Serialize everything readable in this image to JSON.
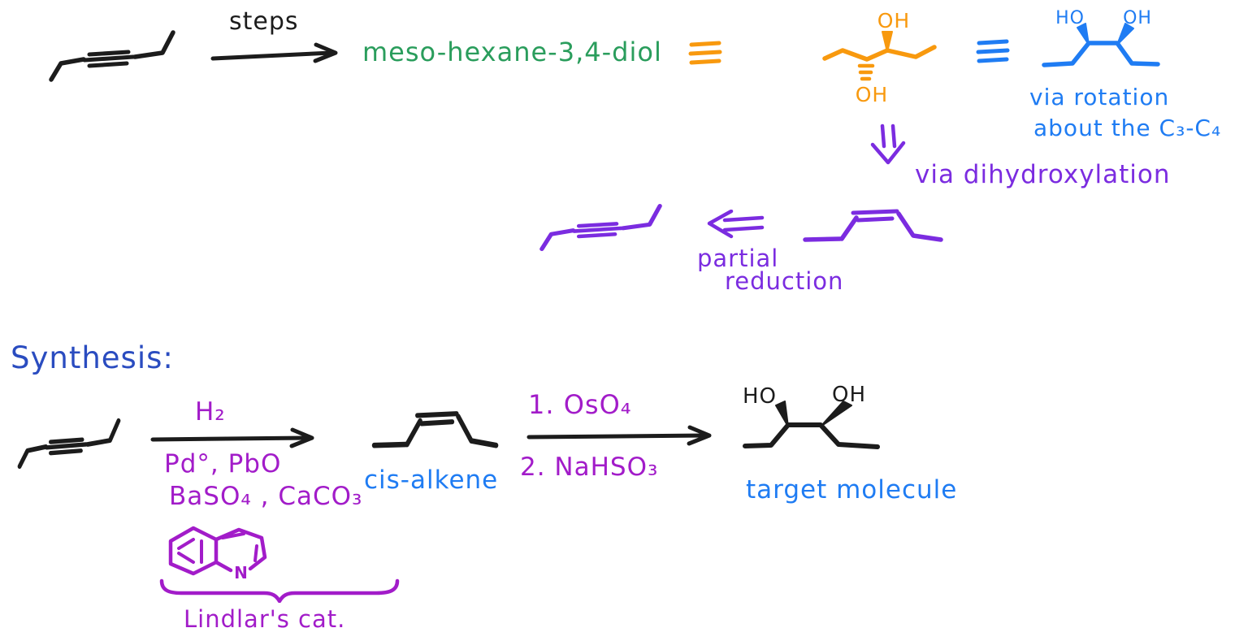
{
  "colors": {
    "ink": "#1c1c1c",
    "green": "#2a9d5c",
    "orange": "#f8990e",
    "blue": "#1f7cf3",
    "royal": "#2a4cc0",
    "violet": "#7b2ce0",
    "magenta": "#a21cc9"
  },
  "retro": {
    "steps_label": "steps",
    "product_name": "meso-hexane-3,4-diol",
    "orange_diol": {
      "oh_top": "OH",
      "oh_bottom": "OH"
    },
    "blue_diol": {
      "ho": "HO",
      "oh": "OH"
    },
    "via_rotation_line1": "via rotation",
    "via_rotation_line2": "about the C₃-C₄",
    "via_dihydroxylation": "via dihydroxylation",
    "partial_reduction_line1": "partial",
    "partial_reduction_line2": "reduction"
  },
  "synthesis": {
    "heading": "Synthesis:",
    "reagent_above_arrow1": "H₂",
    "catalyst_line1": "Pd°, PbO",
    "catalyst_line2": "BaSO₄ , CaCO₃",
    "quinoline_n": "N",
    "lindlars_cat": "Lindlar's cat.",
    "cis_alkene_label": "cis-alkene",
    "step1": "1. OsO₄",
    "step2": "2. NaHSO₃",
    "target_diol": {
      "ho": "HO",
      "oh": "OH"
    },
    "target_label": "target molecule"
  }
}
